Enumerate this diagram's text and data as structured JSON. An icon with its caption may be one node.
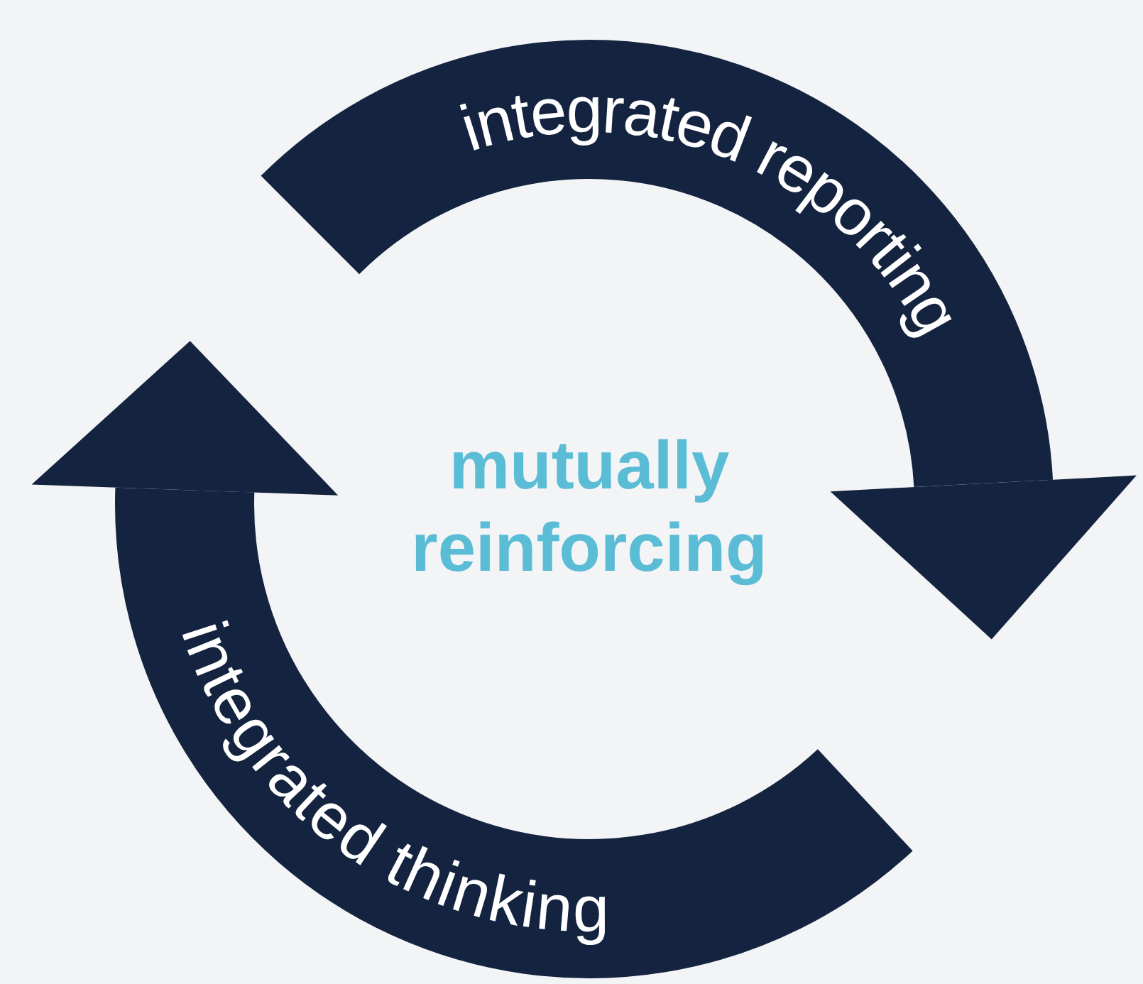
{
  "diagram": {
    "nodes": [
      {
        "text": [
          "integrated reporting"
        ]
      },
      {
        "text": [
          "integrated thinking"
        ]
      }
    ],
    "labels": [
      "mutually reinforcing"
    ]
  }
}
